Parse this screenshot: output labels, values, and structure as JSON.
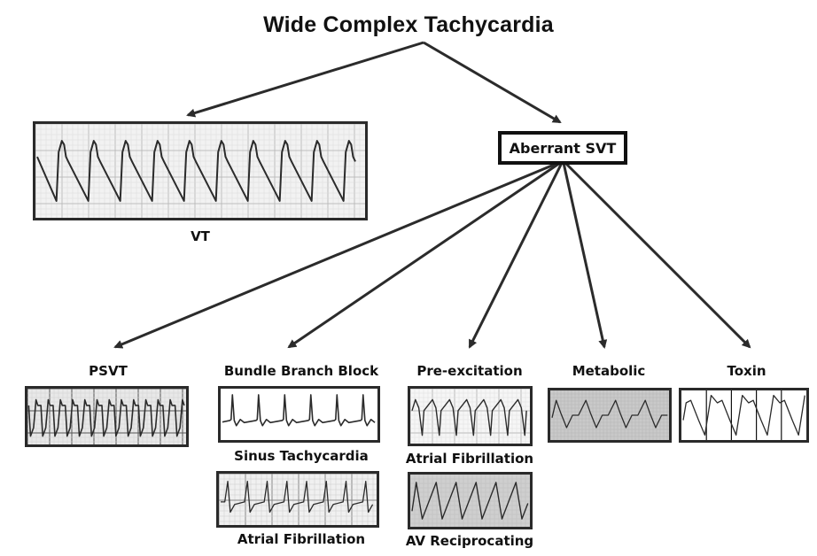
{
  "title": "Wide Complex Tachycardia",
  "root_children": {
    "vt": {
      "label": "VT",
      "rhythm": "vt"
    },
    "aberrant_svt": {
      "label": "Aberrant SVT"
    }
  },
  "svt_children": [
    {
      "top_label": "PSVT",
      "rhythm": "psvt"
    },
    {
      "top_label": "Bundle Branch Block",
      "rhythm": "bbb",
      "sub_label": "Sinus Tachycardia",
      "sub_rhythm": "sinus-af",
      "bottom_label": "Atrial Fibrillation"
    },
    {
      "top_label": "Pre-excitation",
      "rhythm": "preex",
      "sub_label": "Atrial Fibrillation",
      "sub_rhythm": "avrt",
      "bottom_label": "AV Reciprocating"
    },
    {
      "top_label": "Metabolic",
      "rhythm": "metabolic"
    },
    {
      "top_label": "Toxin",
      "rhythm": "toxin"
    }
  ],
  "colors": {
    "line": "#2b2b2b",
    "grid_light": "#efefef",
    "grid_dark": "#9a9a9a"
  }
}
